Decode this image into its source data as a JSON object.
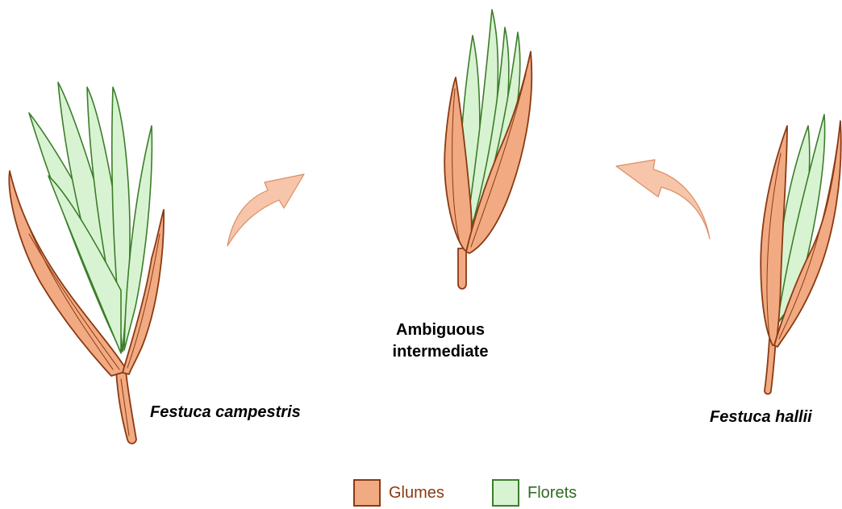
{
  "labels": {
    "left_species": "Festuca campestris",
    "right_species": "Festuca hallii",
    "intermediate_line1": "Ambiguous",
    "intermediate_line2": "intermediate"
  },
  "legend": [
    {
      "label": "Glumes",
      "fill": "#f2aa82",
      "stroke": "#8a3a12",
      "text_color": "#8a3a12"
    },
    {
      "label": "Florets",
      "fill": "#d8f3d2",
      "stroke": "#3c7e2a",
      "text_color": "#2f6b24"
    }
  ],
  "colors": {
    "glume_fill": "#f2aa82",
    "glume_stroke": "#8a3a12",
    "floret_fill": "#d8f3d2",
    "floret_stroke": "#3c7e2a",
    "arrow_fill": "#f7c6aa",
    "arrow_stroke": "#d98e66"
  },
  "arrows": [
    {
      "name": "arrow-left-to-middle",
      "direction": "toward intermediate"
    },
    {
      "name": "arrow-right-to-middle",
      "direction": "toward intermediate"
    }
  ]
}
